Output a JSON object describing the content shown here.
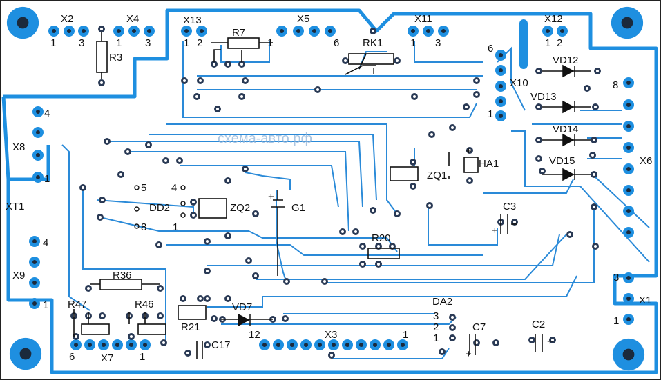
{
  "watermark": "схема-авто.рф",
  "labels": {
    "x2": "X2",
    "x2_p1": "1",
    "x2_p3": "3",
    "x4": "X4",
    "x4_p1": "1",
    "x4_p3": "3",
    "r3": "R3",
    "x13": "X13",
    "x13_p1": "1",
    "x13_p2": "2",
    "r7": "R7",
    "x5": "X5",
    "x5_p1": "1",
    "x5_p6": "6",
    "rk1": "RK1",
    "rk1_t": "T",
    "x11": "X11",
    "x11_p1": "1",
    "x11_p3": "3",
    "x12": "X12",
    "x12_p1": "1",
    "x12_p2": "2",
    "x10": "X10",
    "x10_p6": "6",
    "x10_p1": "1",
    "vd12": "VD12",
    "vd13": "VD13",
    "vd14": "VD14",
    "vd15": "VD15",
    "x6": "X6",
    "x6_p8": "8",
    "x8": "X8",
    "x8_p4": "4",
    "x8_p1": "1",
    "xt1": "XT1",
    "x9": "X9",
    "x9_p4": "4",
    "x9_p1": "1",
    "dd2": "DD2",
    "dd2_p5": "5",
    "dd2_p4": "4",
    "dd2_p8": "8",
    "dd2_p1": "1",
    "zq2": "ZQ2",
    "g1": "G1",
    "g1_plus": "+",
    "zq1": "ZQ1",
    "ha1": "HA1",
    "ha1_plus": "+",
    "c3": "C3",
    "c3_plus": "+",
    "r20": "R20",
    "r36": "R36",
    "r47": "R47",
    "r46": "R46",
    "x7": "X7",
    "x7_p6": "6",
    "x7_p1": "1",
    "r21": "R21",
    "vd7": "VD7",
    "c17": "C17",
    "x3": "X3",
    "x3_p12": "12",
    "x3_p1": "1",
    "da2": "DA2",
    "da2_p3": "3",
    "da2_p2": "2",
    "da2_p1": "1",
    "c7": "C7",
    "c7_plus": "+",
    "c2": "C2",
    "c2_plus": "+",
    "x1": "X1",
    "x1_p3": "3",
    "x1_p1": "1"
  },
  "colors": {
    "copper": "#1e8fe0",
    "trace": "#2a8ad8",
    "silk": "#111111",
    "pad": "#1f2f44"
  }
}
